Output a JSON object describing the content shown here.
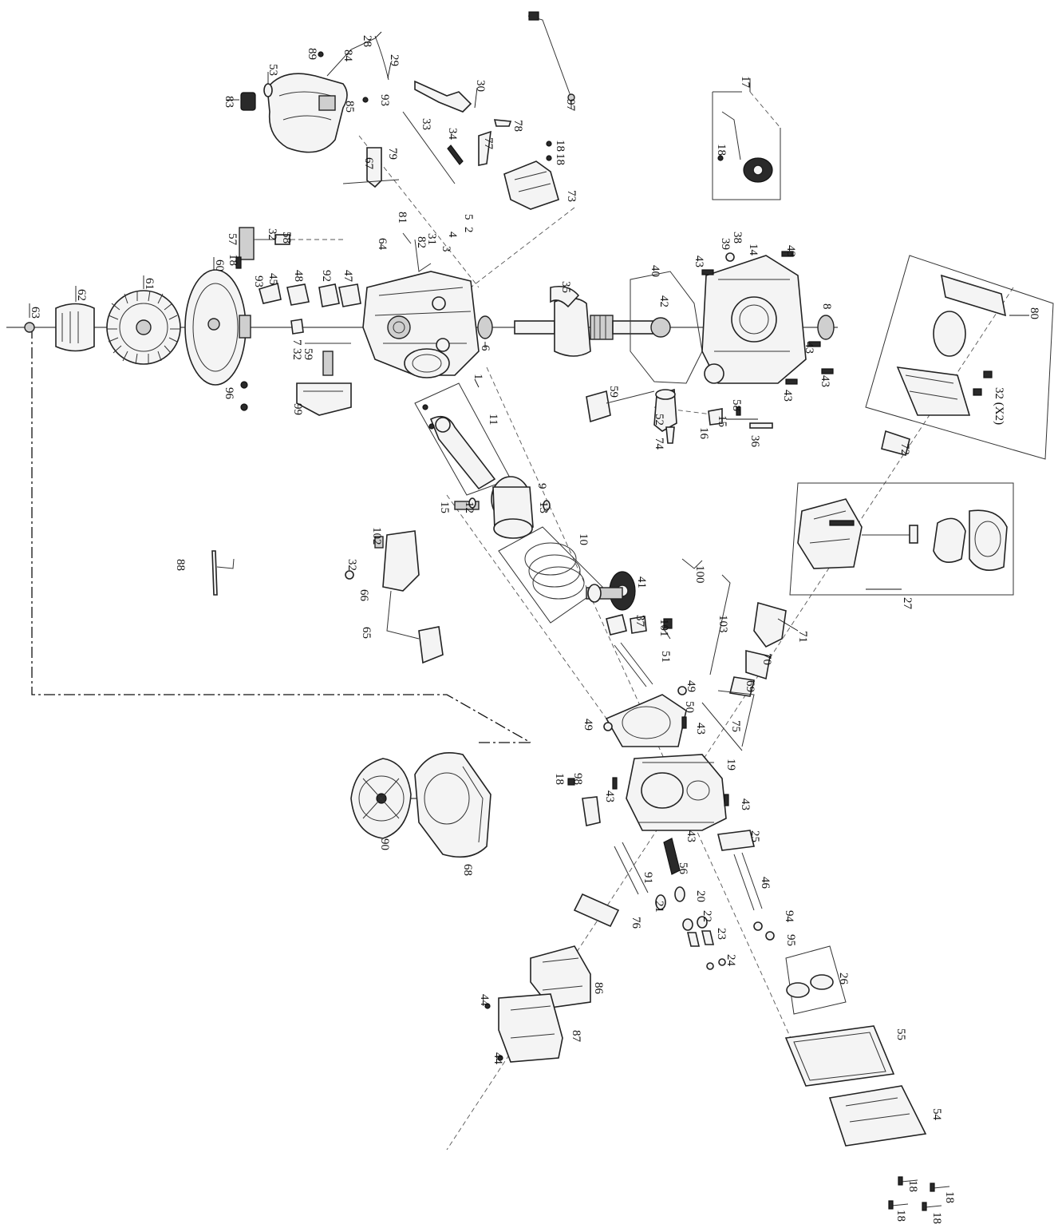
{
  "labels": [
    {
      "id": "63",
      "text": "63"
    },
    {
      "id": "62",
      "text": "62"
    },
    {
      "id": "61",
      "text": "61"
    },
    {
      "id": "60",
      "text": "60"
    },
    {
      "id": "53",
      "text": "53"
    },
    {
      "id": "83",
      "text": "83"
    },
    {
      "id": "89",
      "text": "89"
    },
    {
      "id": "84",
      "text": "84"
    },
    {
      "id": "28",
      "text": "28"
    },
    {
      "id": "29",
      "text": "29"
    },
    {
      "id": "85",
      "text": "85"
    },
    {
      "id": "93a",
      "text": "93"
    },
    {
      "id": "30",
      "text": "30"
    },
    {
      "id": "97",
      "text": "97"
    },
    {
      "id": "33",
      "text": "33"
    },
    {
      "id": "34",
      "text": "34"
    },
    {
      "id": "78",
      "text": "78"
    },
    {
      "id": "77",
      "text": "77"
    },
    {
      "id": "18a",
      "text": "18"
    },
    {
      "id": "18b",
      "text": "18"
    },
    {
      "id": "67",
      "text": "67"
    },
    {
      "id": "79",
      "text": "79"
    },
    {
      "id": "73",
      "text": "73"
    },
    {
      "id": "17",
      "text": "17"
    },
    {
      "id": "18c",
      "text": "18"
    },
    {
      "id": "81",
      "text": "81"
    },
    {
      "id": "82",
      "text": "82"
    },
    {
      "id": "31",
      "text": "31"
    },
    {
      "id": "4",
      "text": "4"
    },
    {
      "id": "3",
      "text": "3"
    },
    {
      "id": "5",
      "text": "5"
    },
    {
      "id": "2",
      "text": "2"
    },
    {
      "id": "57",
      "text": "57"
    },
    {
      "id": "18d",
      "text": "18"
    },
    {
      "id": "32a",
      "text": "32"
    },
    {
      "id": "58a",
      "text": "58"
    },
    {
      "id": "64",
      "text": "64"
    },
    {
      "id": "93b",
      "text": "93"
    },
    {
      "id": "45",
      "text": "45"
    },
    {
      "id": "48",
      "text": "48"
    },
    {
      "id": "92",
      "text": "92"
    },
    {
      "id": "47",
      "text": "47"
    },
    {
      "id": "7",
      "text": "7"
    },
    {
      "id": "32b",
      "text": "32"
    },
    {
      "id": "59a",
      "text": "59"
    },
    {
      "id": "96",
      "text": "96"
    },
    {
      "id": "99",
      "text": "99"
    },
    {
      "id": "1",
      "text": "1"
    },
    {
      "id": "6",
      "text": "6"
    },
    {
      "id": "35",
      "text": "35"
    },
    {
      "id": "40",
      "text": "40"
    },
    {
      "id": "42",
      "text": "42"
    },
    {
      "id": "43a",
      "text": "43"
    },
    {
      "id": "39",
      "text": "39"
    },
    {
      "id": "38",
      "text": "38"
    },
    {
      "id": "14",
      "text": "14"
    },
    {
      "id": "43b",
      "text": "43"
    },
    {
      "id": "8",
      "text": "8"
    },
    {
      "id": "43c",
      "text": "43"
    },
    {
      "id": "43d",
      "text": "43"
    },
    {
      "id": "43e",
      "text": "43"
    },
    {
      "id": "59b",
      "text": "59"
    },
    {
      "id": "52",
      "text": "52"
    },
    {
      "id": "74",
      "text": "74"
    },
    {
      "id": "16",
      "text": "16"
    },
    {
      "id": "15a",
      "text": "15"
    },
    {
      "id": "58b",
      "text": "58"
    },
    {
      "id": "36",
      "text": "36"
    },
    {
      "id": "80",
      "text": "80"
    },
    {
      "id": "32x2",
      "text": "32 (X2)"
    },
    {
      "id": "11",
      "text": "11"
    },
    {
      "id": "9",
      "text": "9"
    },
    {
      "id": "15b",
      "text": "15"
    },
    {
      "id": "12",
      "text": "12"
    },
    {
      "id": "13",
      "text": "13"
    },
    {
      "id": "10",
      "text": "10"
    },
    {
      "id": "72",
      "text": "72"
    },
    {
      "id": "88",
      "text": "88"
    },
    {
      "id": "102",
      "text": "102"
    },
    {
      "id": "32c",
      "text": "32"
    },
    {
      "id": "66",
      "text": "66"
    },
    {
      "id": "65",
      "text": "65"
    },
    {
      "id": "41",
      "text": "41"
    },
    {
      "id": "100",
      "text": "100"
    },
    {
      "id": "37",
      "text": "37"
    },
    {
      "id": "101",
      "text": "101"
    },
    {
      "id": "103",
      "text": "103"
    },
    {
      "id": "27",
      "text": "27"
    },
    {
      "id": "71",
      "text": "71"
    },
    {
      "id": "51",
      "text": "51"
    },
    {
      "id": "70",
      "text": "70"
    },
    {
      "id": "69",
      "text": "69"
    },
    {
      "id": "49a",
      "text": "49"
    },
    {
      "id": "50",
      "text": "50"
    },
    {
      "id": "49b",
      "text": "49"
    },
    {
      "id": "43f",
      "text": "43"
    },
    {
      "id": "75",
      "text": "75"
    },
    {
      "id": "19",
      "text": "19"
    },
    {
      "id": "18e",
      "text": "18"
    },
    {
      "id": "98",
      "text": "98"
    },
    {
      "id": "43g",
      "text": "43"
    },
    {
      "id": "43h",
      "text": "43"
    },
    {
      "id": "90",
      "text": "90"
    },
    {
      "id": "68",
      "text": "68"
    },
    {
      "id": "43i",
      "text": "43"
    },
    {
      "id": "25",
      "text": "25"
    },
    {
      "id": "56",
      "text": "56"
    },
    {
      "id": "91",
      "text": "91"
    },
    {
      "id": "46",
      "text": "46"
    },
    {
      "id": "21",
      "text": "21"
    },
    {
      "id": "20",
      "text": "20"
    },
    {
      "id": "22",
      "text": "22"
    },
    {
      "id": "94",
      "text": "94"
    },
    {
      "id": "76",
      "text": "76"
    },
    {
      "id": "23",
      "text": "23"
    },
    {
      "id": "95",
      "text": "95"
    },
    {
      "id": "24",
      "text": "24"
    },
    {
      "id": "26",
      "text": "26"
    },
    {
      "id": "86",
      "text": "86"
    },
    {
      "id": "44a",
      "text": "44"
    },
    {
      "id": "55",
      "text": "55"
    },
    {
      "id": "87",
      "text": "87"
    },
    {
      "id": "44b",
      "text": "44"
    },
    {
      "id": "54",
      "text": "54"
    },
    {
      "id": "18f",
      "text": "18"
    },
    {
      "id": "18g",
      "text": "18"
    },
    {
      "id": "18h",
      "text": "18"
    },
    {
      "id": "18i",
      "text": "18"
    }
  ]
}
